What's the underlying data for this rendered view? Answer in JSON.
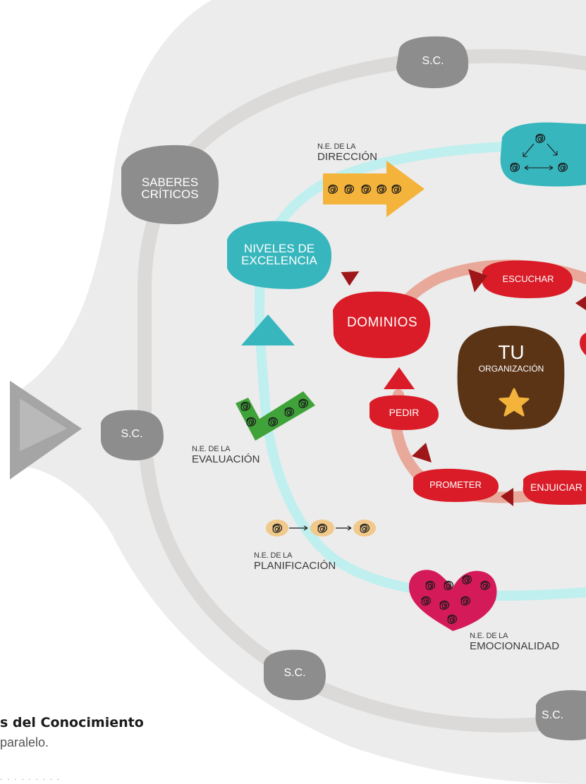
{
  "colors": {
    "background_blob": "#ececec",
    "gray_ring": "#dcdad8",
    "cyan_ring": "#bfefee",
    "salmon_ring": "#e9a99a",
    "gray_node": "#8d8d8d",
    "teal_node": "#37b6bd",
    "red_node": "#d91c27",
    "dark_red_arrow": "#9e1618",
    "orange_arrow": "#f4b33a",
    "green_check": "#3fa33a",
    "brown_center": "#5b3416",
    "star": "#f4b33a",
    "heart": "#d51a5a",
    "bean": "#f1c98a"
  },
  "nodes": {
    "saberes_criticos": {
      "line1": "SABERES",
      "line2": "CRÍTICOS"
    },
    "sc_top": "S.C.",
    "sc_left": "S.C.",
    "sc_bottom": "S.C.",
    "sc_bottom_right": "S.C.",
    "niveles_excelencia": {
      "line1": "NIVELES DE",
      "line2": "EXCELENCIA"
    },
    "dominios": "DOMINIOS",
    "center": {
      "line1": "TU",
      "line2": "ORGANIZACIÓN"
    },
    "escuchar": "ESCUCHAR",
    "pedir": "PEDIR",
    "prometer": "PROMETER",
    "enjuiciar": "ENJUICIAR"
  },
  "captions": {
    "direccion": {
      "small": "N.E. DE LA",
      "big": "DIRECCIÓN"
    },
    "evaluacion": {
      "small": "N.E. DE LA",
      "big": "EVALUACIÓN"
    },
    "planificacion": {
      "small": "N.E. DE LA",
      "big": "PLANIFICACIÓN"
    },
    "emocionalidad": {
      "small": "N.E. DE LA",
      "big": "EMOCIONALIDAD"
    }
  },
  "bottom_text": {
    "title": "s del Conocimiento",
    "subtitle": "paralelo."
  },
  "icons": {
    "star": "star-icon",
    "heart": "heart-icon",
    "check": "checkmark-icon",
    "arrow": "arrow-right-icon",
    "triangle": "triangle-icon"
  }
}
